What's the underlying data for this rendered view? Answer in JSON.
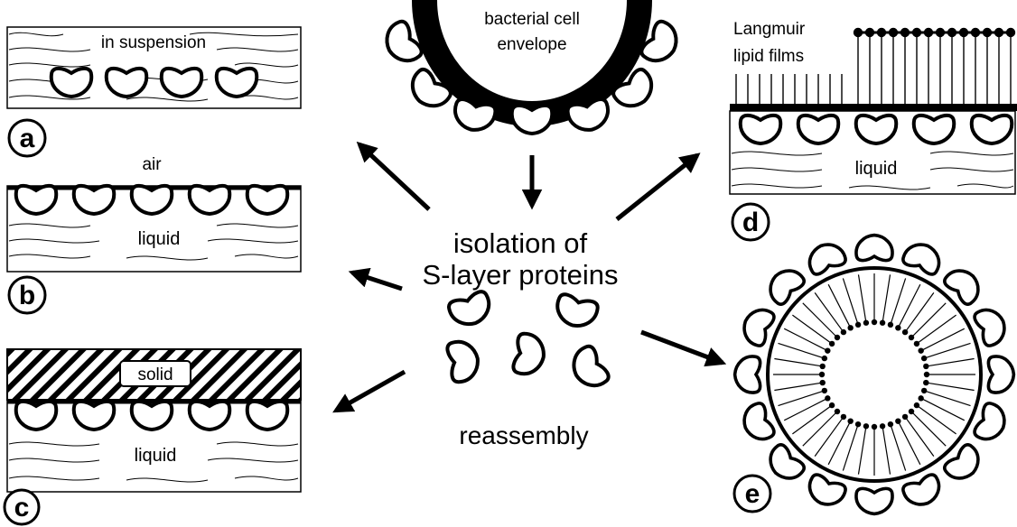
{
  "center": {
    "envelope_label_line1": "bacterial cell",
    "envelope_label_line2": "envelope",
    "isolation_line1": "isolation of",
    "isolation_line2": "S-layer proteins",
    "reassembly": "reassembly"
  },
  "panels": {
    "a": {
      "letter": "a",
      "text": "in suspension"
    },
    "b": {
      "letter": "b",
      "top_text": "air",
      "medium": "liquid"
    },
    "c": {
      "letter": "c",
      "solid": "solid",
      "medium": "liquid"
    },
    "d": {
      "letter": "d",
      "label_line1": "Langmuir",
      "label_line2": "lipid films",
      "medium": "liquid"
    },
    "e": {
      "letter": "e"
    }
  }
}
